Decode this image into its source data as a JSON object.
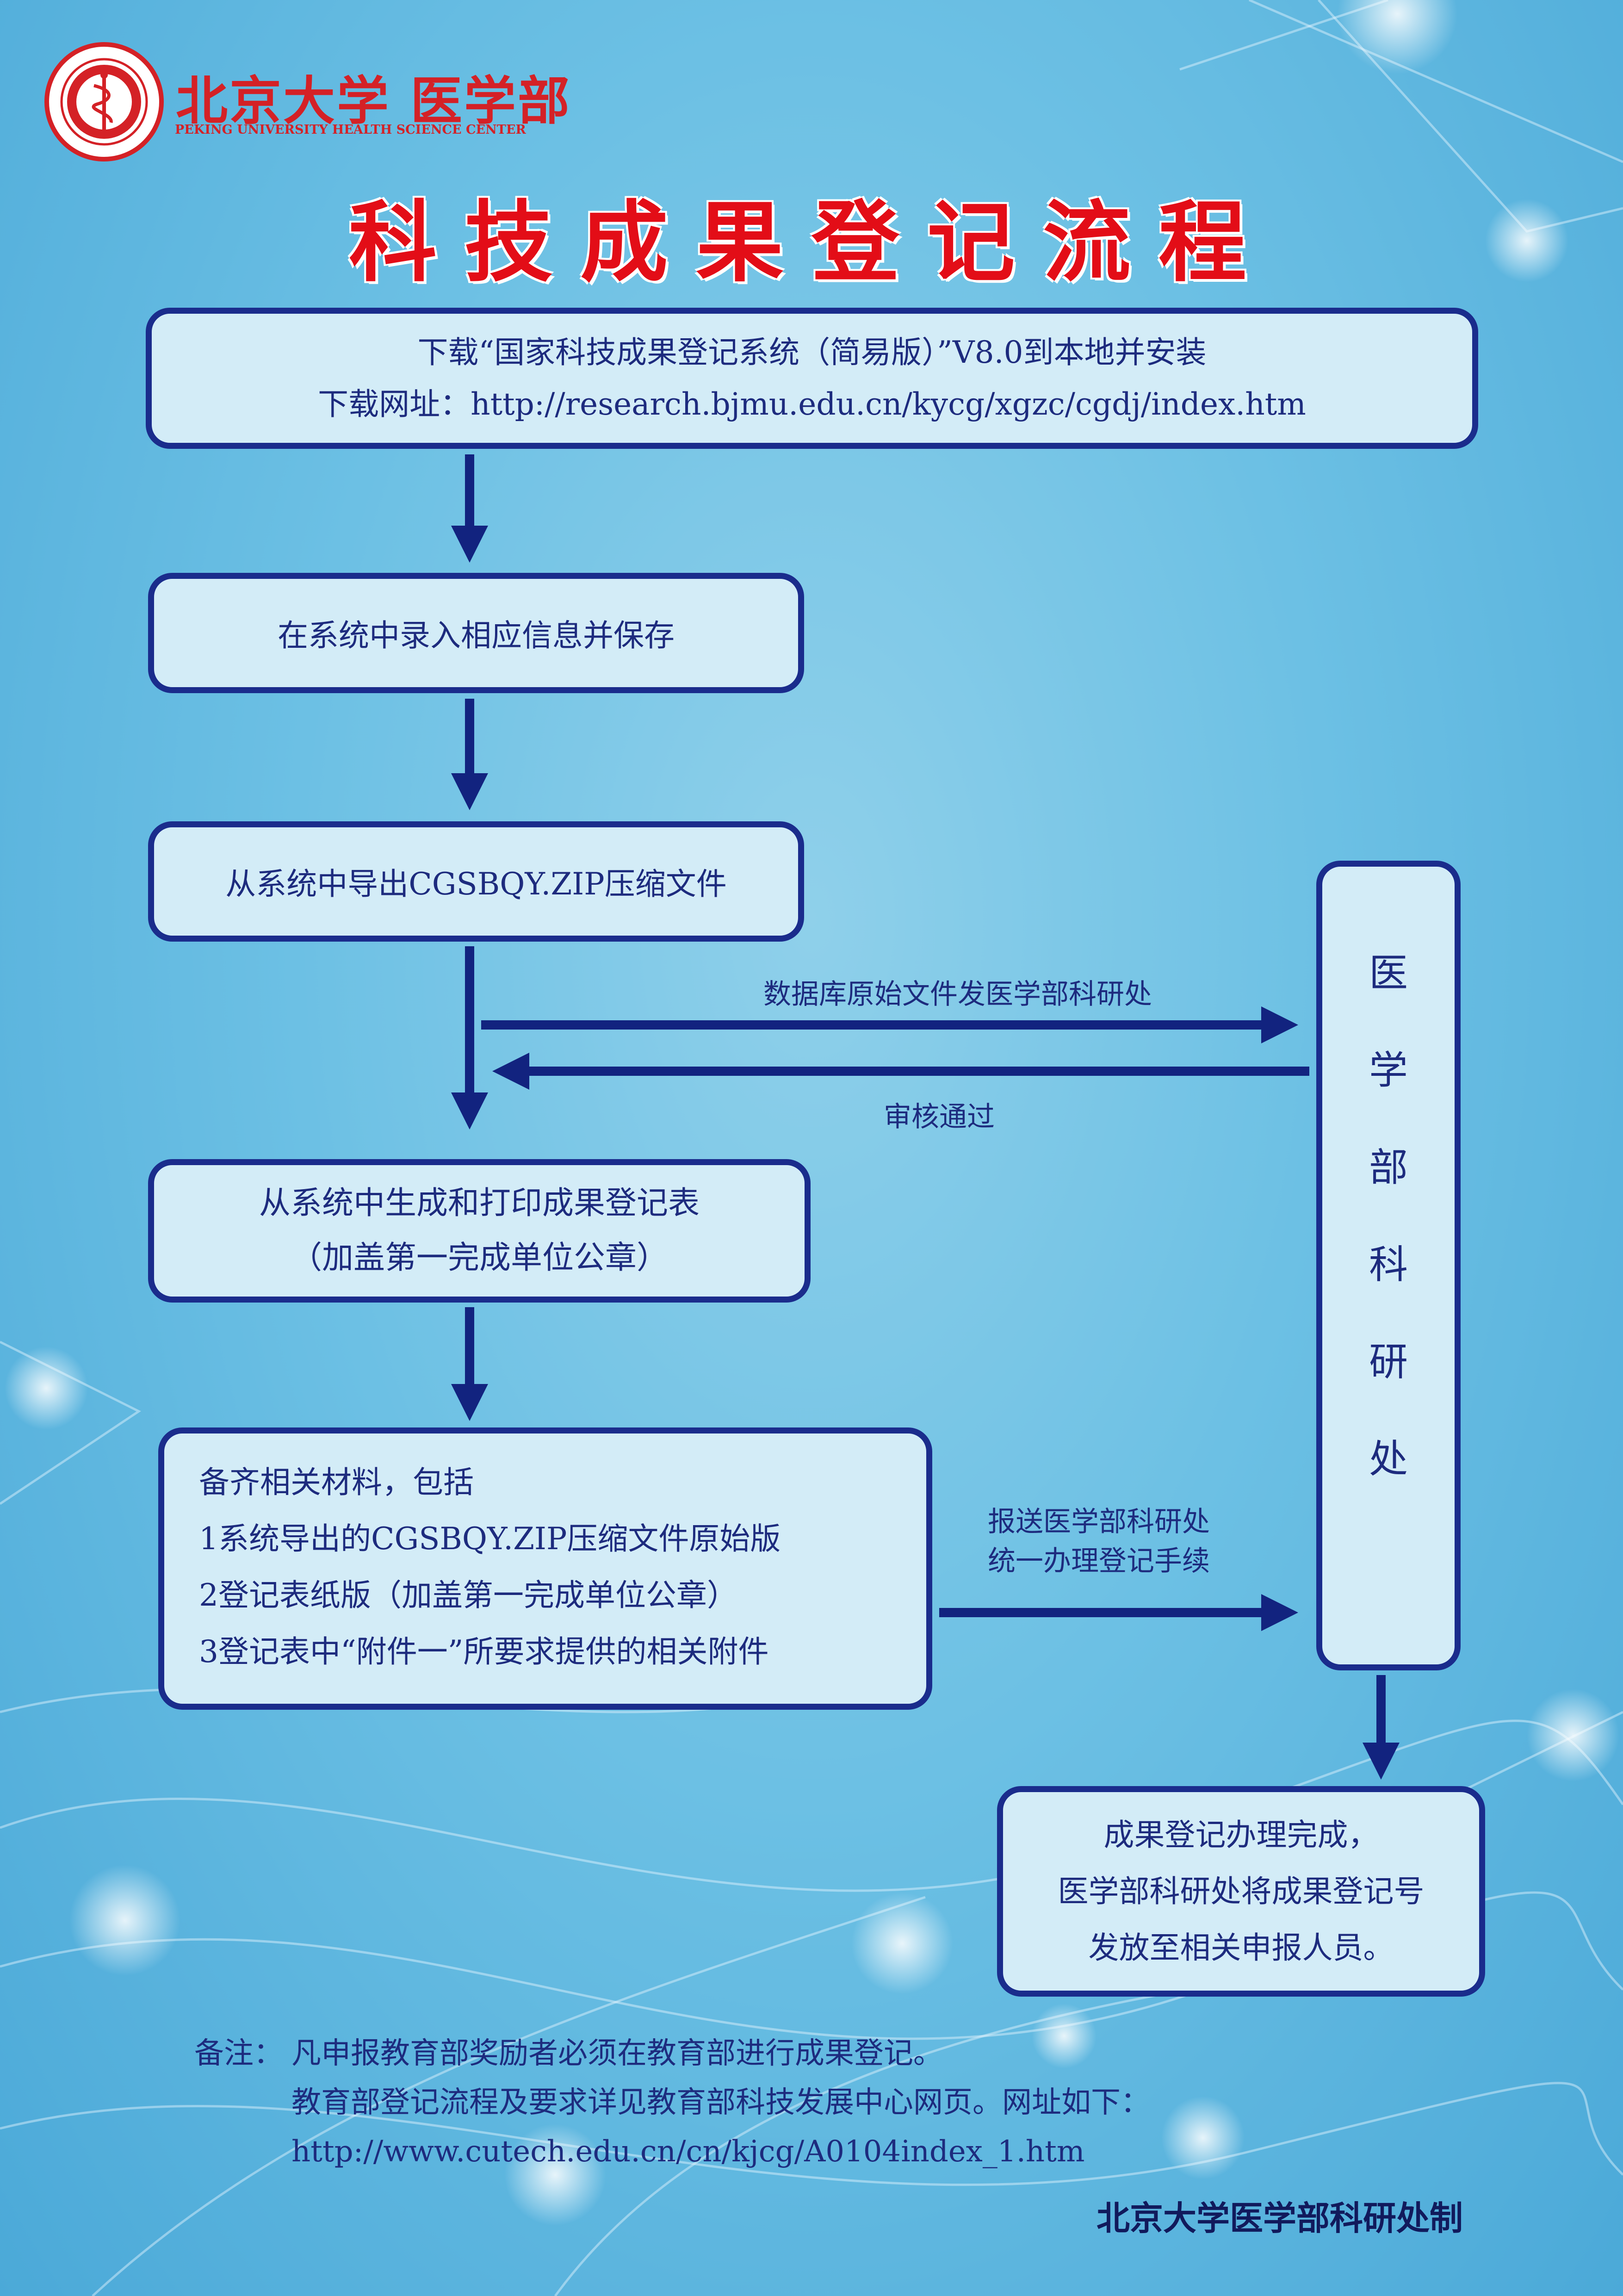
{
  "header": {
    "logo_cn": "北京大学 医学部",
    "logo_en": "PEKING UNIVERSITY HEALTH SCIENCE CENTER",
    "title": "科技成果登记流程"
  },
  "steps": [
    {
      "lines": [
        "下载“国家科技成果登记系统（简易版）”V8.0到本地并安装",
        "下载网址：http://research.bjmu.edu.cn/kycg/xgzc/cgdj/index.htm"
      ]
    },
    {
      "lines": [
        "在系统中录入相应信息并保存"
      ]
    },
    {
      "lines": [
        "从系统中导出CGSBQY.ZIP压缩文件"
      ]
    },
    {
      "lines": [
        "从系统中生成和打印成果登记表",
        "（加盖第一完成单位公章）"
      ]
    },
    {
      "lines": [
        "备齐相关材料，包括",
        "1系统导出的CGSBQY.ZIP压缩文件原始版",
        "2登记表纸版（加盖第一完成单位公章）",
        "3登记表中“附件一”所要求提供的相关附件"
      ]
    }
  ],
  "office": {
    "chars": [
      "医",
      "学",
      "部",
      "科",
      "研",
      "处"
    ]
  },
  "result": {
    "lines": [
      "成果登记办理完成，",
      "医学部科研处将成果登记号",
      "发放至相关申报人员。"
    ]
  },
  "flow_labels": {
    "send_db": "数据库原始文件发医学部科研处",
    "approved": "审核通过",
    "submit_1": "报送医学部科研处",
    "submit_2": "统一办理登记手续"
  },
  "note": {
    "prefix": "备注：",
    "line1": "凡申报教育部奖励者必须在教育部进行成果登记。",
    "line2": "教育部登记流程及要求详见教育部科技发展中心网页。网址如下：",
    "line3": "http://www.cutech.edu.cn/cn/kjcg/A0104index_1.htm"
  },
  "footer": "北京大学医学部科研处制",
  "colors": {
    "box_fill": "#d3ecf7",
    "box_border": "#1a2c8c",
    "arrow": "#12237f",
    "title_red": "#e30d17",
    "text_navy": "#1d2b7e"
  }
}
